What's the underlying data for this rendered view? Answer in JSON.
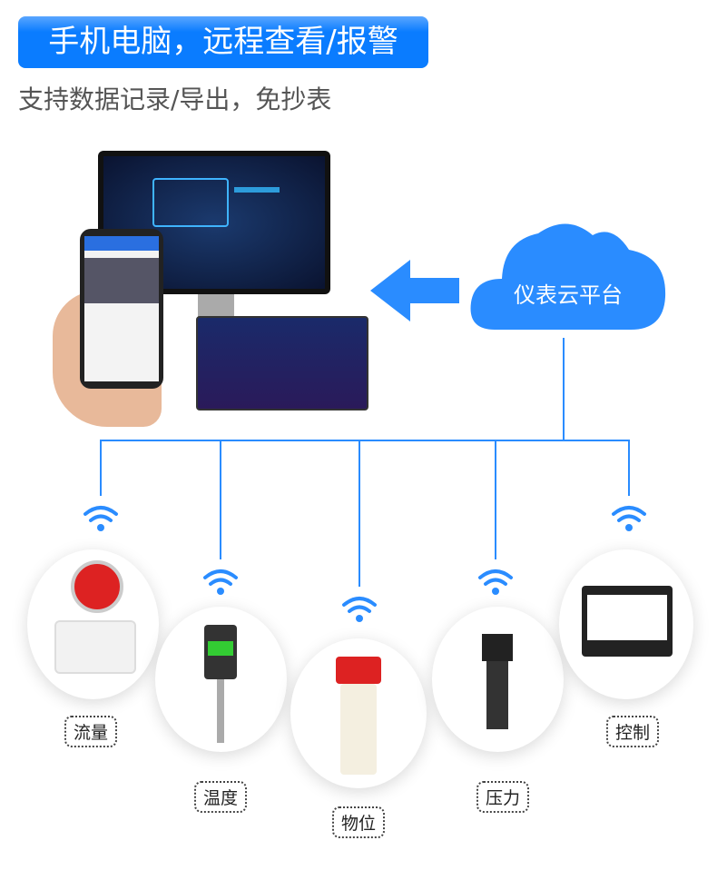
{
  "header": {
    "title": "手机电脑，远程查看/报警",
    "subtitle": "支持数据记录/导出，免抄表"
  },
  "cloud": {
    "label": "仪表云平台",
    "icon": "cloud-icon",
    "color": "#2a8cff"
  },
  "devices": [
    {
      "label": "流量",
      "icon": "flow-meter"
    },
    {
      "label": "温度",
      "icon": "temperature-transmitter"
    },
    {
      "label": "物位",
      "icon": "level-meter"
    },
    {
      "label": "压力",
      "icon": "pressure-transmitter"
    },
    {
      "label": "控制",
      "icon": "paperless-recorder"
    }
  ],
  "colors": {
    "accent": "#0a7cff",
    "line": "#2a8cff"
  }
}
